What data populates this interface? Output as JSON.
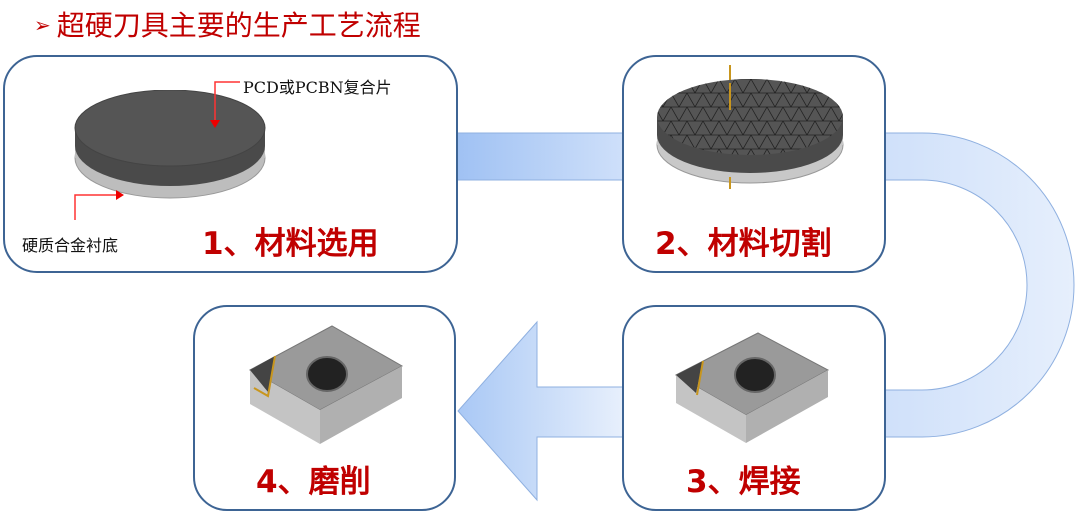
{
  "title": {
    "marker": "➢",
    "text": "超硬刀具主要的生产工艺流程"
  },
  "colors": {
    "accent": "#c00000",
    "border": "#3d6494",
    "flow": "#a9c8f5"
  },
  "steps": [
    {
      "label": "1、材料选用",
      "annotations": {
        "top": "PCD或PCBN复合片",
        "bottom": "硬质合金衬底"
      }
    },
    {
      "label": "2、材料切割"
    },
    {
      "label": "3、焊接"
    },
    {
      "label": "4、磨削"
    }
  ]
}
